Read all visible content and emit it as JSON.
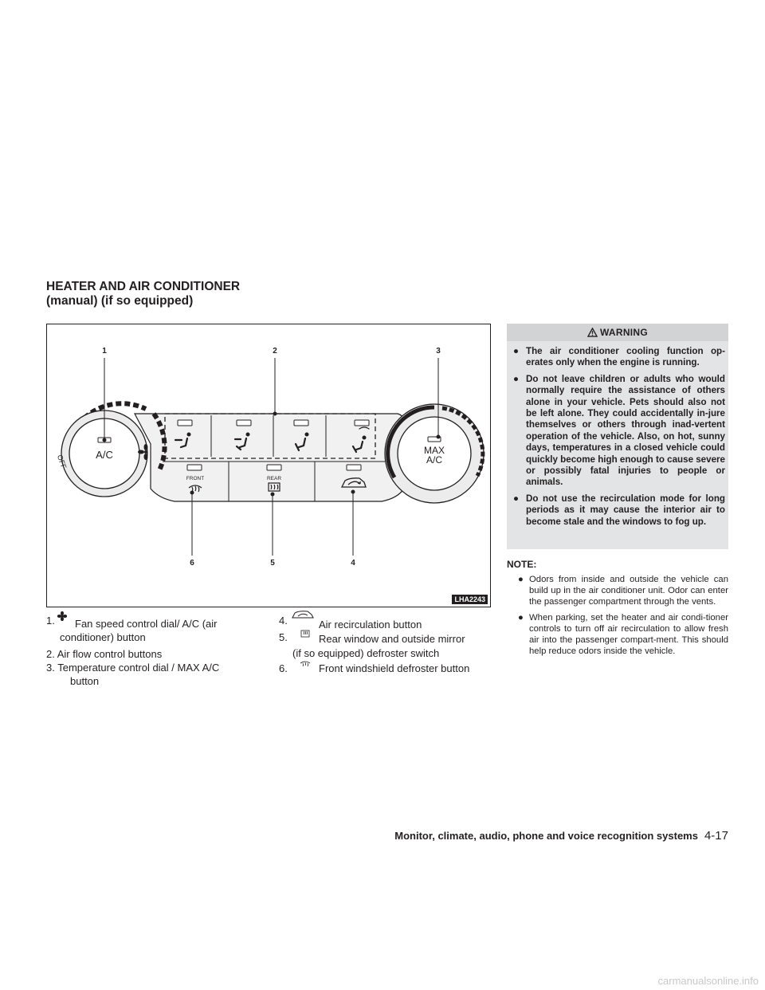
{
  "section": {
    "title_line1": "HEATER AND AIR CONDITIONER",
    "title_line2": "(manual) (if so equipped)"
  },
  "figure": {
    "code": "LHA2243",
    "callouts": [
      "1",
      "2",
      "3",
      "6",
      "5",
      "4"
    ],
    "dial_left_label": "A/C",
    "dial_left_off": "OFF",
    "dial_right_label_1": "MAX",
    "dial_right_label_2": "A/C",
    "front_label": "FRONT",
    "rear_label": "REAR",
    "icons": [
      "fan-icon",
      "vent-face-icon",
      "vent-bilevel-icon",
      "vent-foot-icon",
      "vent-foot-defrost-icon",
      "front-defrost-icon",
      "rear-defrost-icon",
      "recirculation-icon"
    ]
  },
  "captions": {
    "c1_num": "1.",
    "c1_text1": "Fan speed control dial/ A/C (air",
    "c1_text2": "conditioner) button",
    "c2": "2. Air flow control buttons",
    "c3_line1": "3. Temperature control dial / MAX A/C",
    "c3_line2": "button",
    "c4_num": "4.",
    "c4_text": "Air recirculation button",
    "c5_num": "5.",
    "c5_text1": "Rear window and outside mirror",
    "c5_text2": "(if so equipped) defroster switch",
    "c6_num": "6.",
    "c6_text": "Front windshield defroster button"
  },
  "warning": {
    "title": "WARNING",
    "bullet": "●",
    "items": [
      "The air conditioner cooling function op-erates only when the engine is running.",
      "Do not leave children or adults who would normally require the assistance of others alone in your vehicle. Pets should also not be left alone. They could accidentally in-jure themselves or others through inad-vertent operation of the vehicle. Also, on hot, sunny days, temperatures in a closed vehicle could quickly become high enough to cause severe or possibly fatal injuries to people or animals.",
      "Do not use the recirculation mode for long periods as it may cause the interior air to become stale and the windows to fog up."
    ]
  },
  "note": {
    "title": "NOTE:",
    "bullet": "●",
    "items": [
      "Odors from inside and outside the vehicle can build up in the air conditioner unit. Odor can enter the passenger compartment through the vents.",
      "When parking, set the heater and air condi-tioner controls to turn off air recirculation to allow fresh air into the passenger compart-ment. This should help reduce odors inside the vehicle."
    ]
  },
  "footer": {
    "chapter": "Monitor, climate, audio, phone and voice recognition systems",
    "page": "4-17"
  },
  "watermark": "carmanualsonline.info"
}
